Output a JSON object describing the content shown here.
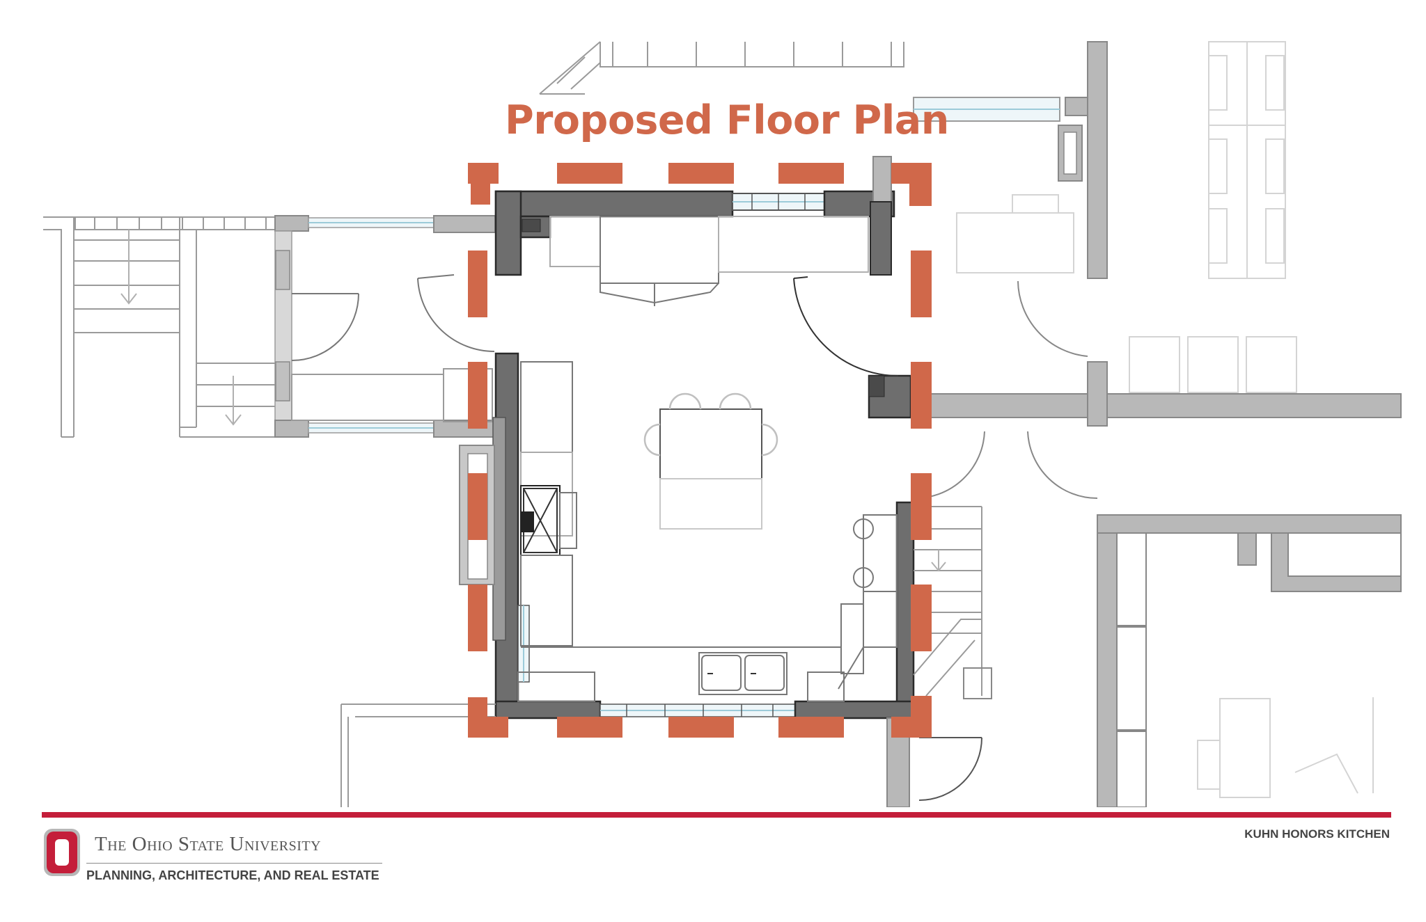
{
  "title": "Proposed Floor Plan",
  "footer": {
    "university": "The Ohio State University",
    "department": "PLANNING, ARCHITECTURE, AND REAL ESTATE",
    "project": "KUHN HONORS KITCHEN"
  },
  "colors": {
    "title": "#d0684a",
    "highlight_dashes": "#d0684a",
    "footer_rule": "#c41e3a",
    "wall_fill": "#b8b8b8",
    "new_wall_fill": "#6e6e6e",
    "line": "#9a9a9a",
    "faded_line": "#d4d4d4",
    "glass": "#b8d8e4"
  },
  "icons": [
    "osu-block-o-logo",
    "down-arrow-icon"
  ]
}
